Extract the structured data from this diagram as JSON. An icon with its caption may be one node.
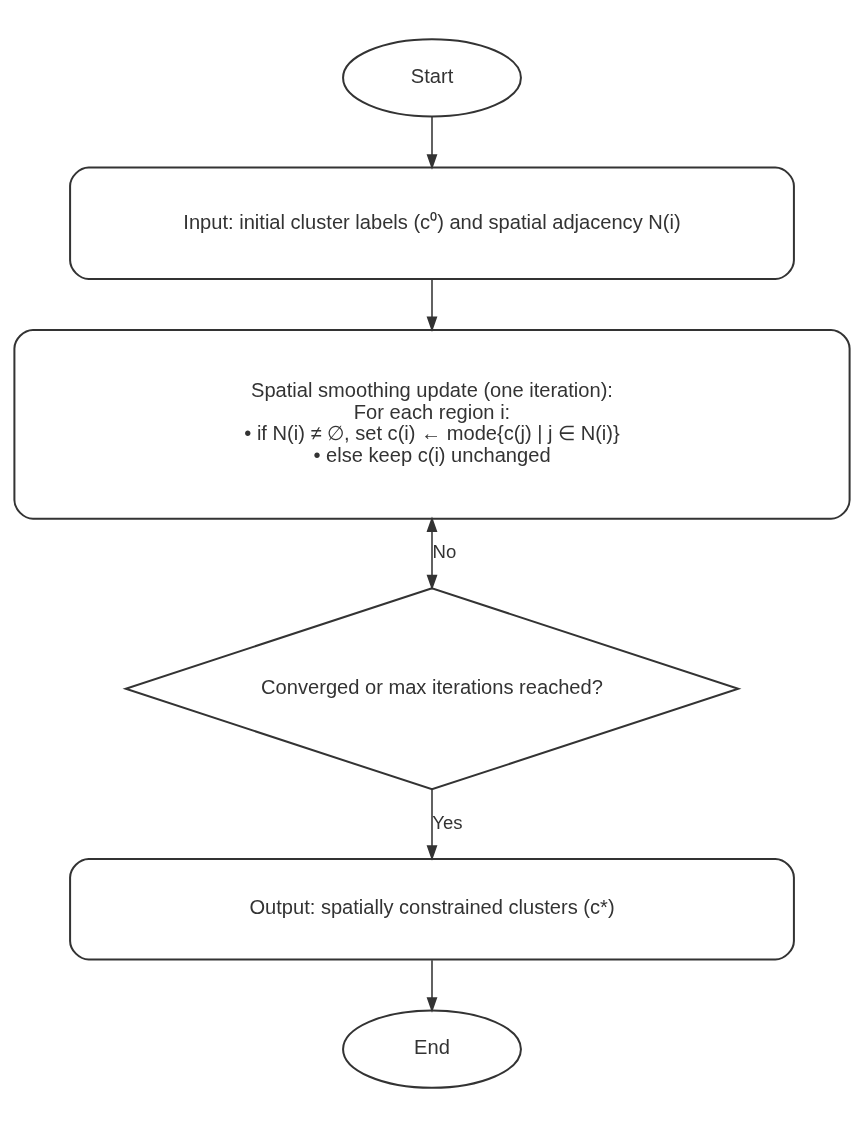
{
  "diagram": {
    "nodes": [
      {
        "text": [
          "Start"
        ]
      },
      {
        "text": [
          "Input: initial cluster labels (c⁰) and spatial adjacency N(i)"
        ]
      },
      {
        "text": [
          "Spatial smoothing update (one iteration):",
          "For each region i:",
          "• if N(i) ≠ ∅, set c(i) ← mode{c(j) | j ∈ N(i)}",
          "• else keep c(i) unchanged"
        ]
      },
      {
        "text": [
          "Converged or max iterations reached?"
        ]
      },
      {
        "text": [
          "Output: spatially constrained clusters (c*)"
        ]
      },
      {
        "text": [
          "End"
        ]
      }
    ],
    "edges": [
      {
        "from": 0,
        "to": 1,
        "arrow": "to"
      },
      {
        "from": 1,
        "to": 2,
        "arrow": "to"
      },
      {
        "from": 2,
        "to": 3,
        "arrow": "both",
        "label": "No"
      },
      {
        "from": 3,
        "to": 4,
        "arrow": "to",
        "label": "Yes"
      },
      {
        "from": 4,
        "to": 5,
        "arrow": "to"
      }
    ]
  }
}
